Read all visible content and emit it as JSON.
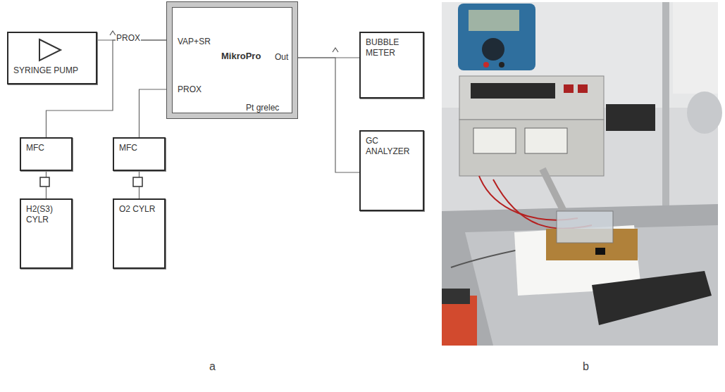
{
  "diagram": {
    "nodes": [
      {
        "text": [
          "SYRINGE PUMP"
        ]
      },
      {
        "text": [
          "VAP+SR",
          "MikroPro",
          "Out",
          "PROX",
          "Pt grelec"
        ]
      },
      {
        "text": [
          "MFC"
        ]
      },
      {
        "text": [
          "H2(S3) CYLR"
        ]
      },
      {
        "text": [
          "MFC"
        ]
      },
      {
        "text": [
          "O2 CYLR"
        ]
      },
      {
        "text": [
          "BUBBLE METER"
        ]
      },
      {
        "text": [
          "GC ANALYZER"
        ]
      }
    ],
    "edges": [
      {
        "from": 0,
        "to": 1,
        "arrow": "none"
      },
      {
        "from": 2,
        "to": 1,
        "arrow": "none"
      },
      {
        "from": 4,
        "to": 1,
        "arrow": "none"
      },
      {
        "from": 1,
        "to": 6,
        "arrow": "none"
      },
      {
        "from": 1,
        "to": 7,
        "arrow": "none"
      },
      {
        "from": 3,
        "to": 2,
        "arrow": "none"
      },
      {
        "from": 5,
        "to": 4,
        "arrow": "none"
      }
    ],
    "labels": [
      "PROX",
      "a",
      "b"
    ]
  }
}
